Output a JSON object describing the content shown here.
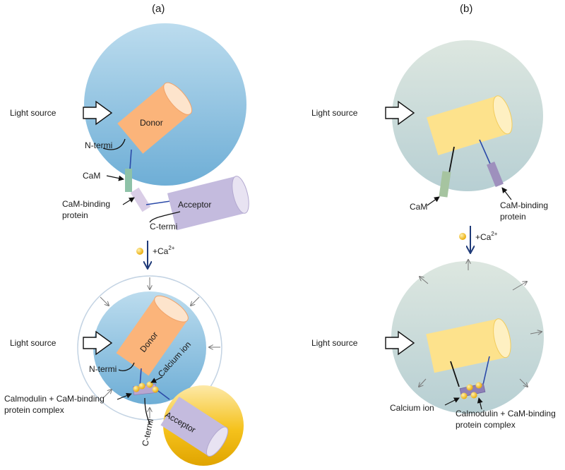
{
  "panels": {
    "a": {
      "title": "(a)",
      "light_top": "Light source",
      "donor_top": "Donor",
      "n_termi_top": "N-termi",
      "cam": "CaM",
      "cambp_line1": "CaM-binding",
      "cambp_line2": "protein",
      "acceptor_top": "Acceptor",
      "c_termi_top": "C-termi",
      "ca_add": "+Ca",
      "ca_add_sup": "2+",
      "light_bottom": "Light source",
      "donor_bottom": "Donor",
      "n_termi_bottom": "N-termi",
      "calcium_ion": "Calcium ion",
      "complex_line1": "Calmodulin + CaM-binding",
      "complex_line2": "protein complex",
      "acceptor_bottom": "Acceptor",
      "c_termi_bottom": "C-termi"
    },
    "b": {
      "title": "(b)",
      "light_top": "Light source",
      "cam": "CaM",
      "cambp_line1": "CaM-binding",
      "cambp_line2": "protein",
      "ca_add": "+Ca",
      "ca_add_sup": "2+",
      "light_bottom": "Light source",
      "calcium_ion": "Calcium ion",
      "complex_line1": "Calmodulin + CaM-binding",
      "complex_line2": "protein complex"
    }
  },
  "colors": {
    "donor": "#fbb47a",
    "acceptor": "#c4bbde",
    "cell_a": "#8cc3e2",
    "cell_b": "#c9dbd8",
    "acceptor_cell": "#eeb000",
    "fluorophore_b": "#fde28c",
    "calcium": "#f3b400",
    "arrow": "#1f3a78"
  }
}
